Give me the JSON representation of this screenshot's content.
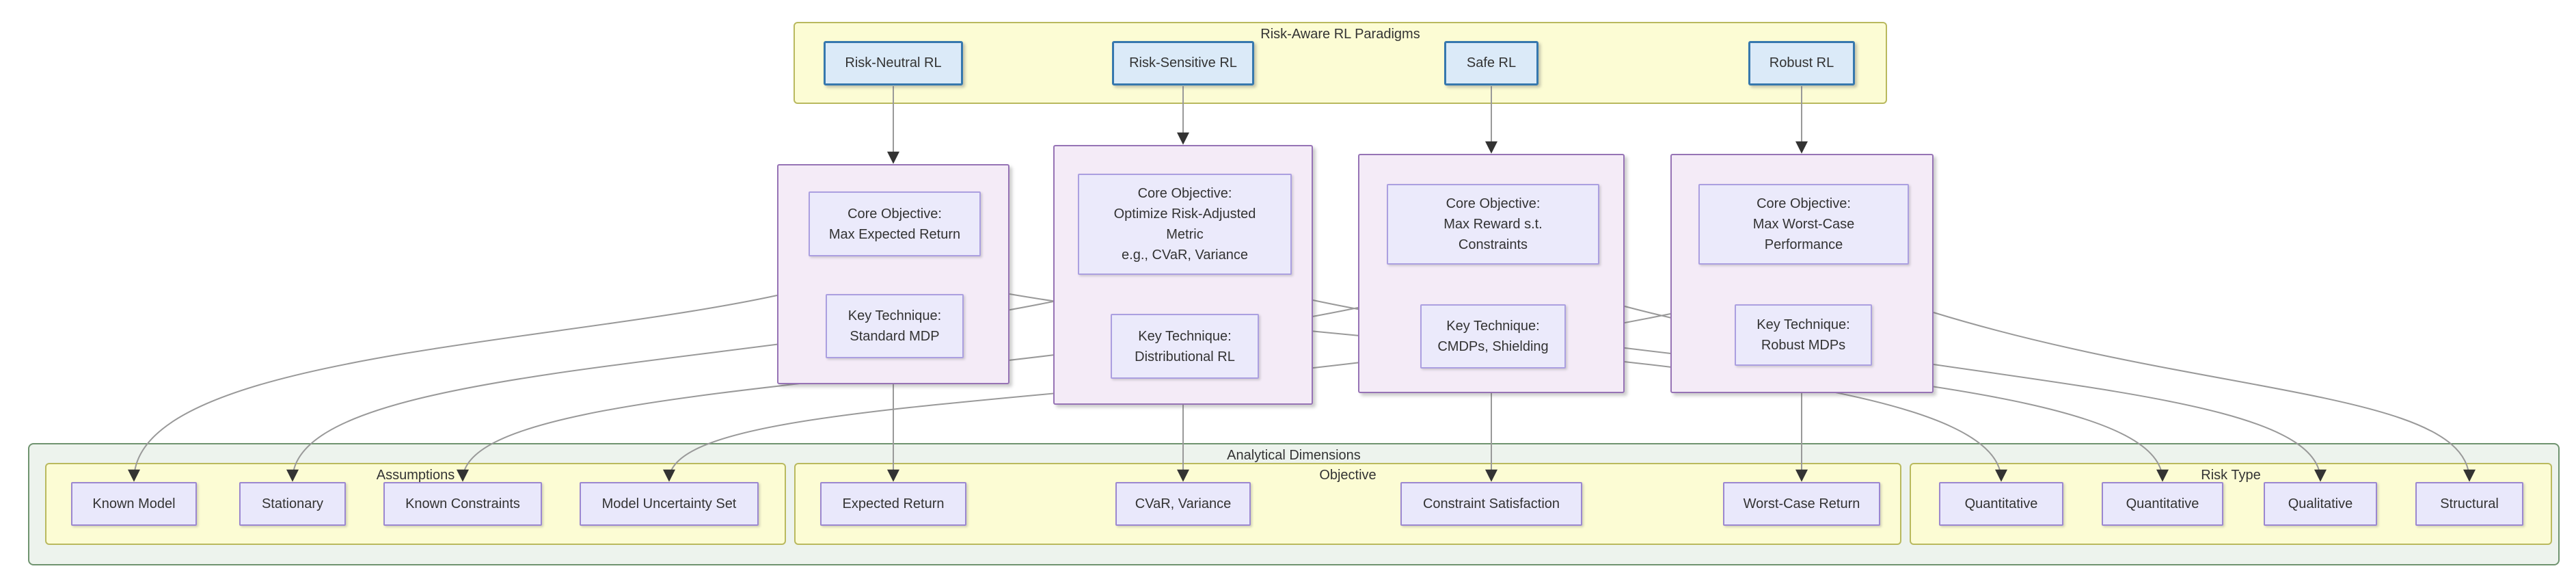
{
  "banner": {
    "title": "Risk-Aware RL Paradigms",
    "paradigms": [
      {
        "label": "Risk-Neutral RL"
      },
      {
        "label": "Risk-Sensitive RL"
      },
      {
        "label": "Safe RL"
      },
      {
        "label": "Robust RL"
      }
    ]
  },
  "details": [
    {
      "core_objective": "Core Objective:\nMax Expected Return",
      "key_technique": "Key Technique:\nStandard MDP"
    },
    {
      "core_objective": "Core Objective:\nOptimize Risk-Adjusted\nMetric\ne.g., CVaR, Variance",
      "key_technique": "Key Technique:\nDistributional RL"
    },
    {
      "core_objective": "Core Objective:\nMax Reward s.t.\nConstraints",
      "key_technique": "Key Technique:\nCMDPs, Shielding"
    },
    {
      "core_objective": "Core Objective:\nMax Worst-Case\nPerformance",
      "key_technique": "Key Technique:\nRobust MDPs"
    }
  ],
  "dimensions": {
    "title": "Analytical Dimensions",
    "groups": [
      {
        "title": "Assumptions",
        "items": [
          "Known Model",
          "Stationary",
          "Known Constraints",
          "Model Uncertainty Set"
        ]
      },
      {
        "title": "Objective",
        "items": [
          "Expected Return",
          "CVaR, Variance",
          "Constraint Satisfaction",
          "Worst-Case Return"
        ]
      },
      {
        "title": "Risk Type",
        "items": [
          "Quantitative",
          "Quantitative",
          "Qualitative",
          "Structural"
        ]
      }
    ]
  },
  "colors": {
    "banner_fill": "#fcfcd4",
    "banner_border": "#b9b95e",
    "paradigm_fill": "#dbeaf8",
    "paradigm_border": "#3678ae",
    "detail_fill": "#f4ebf7",
    "detail_border": "#9673b5",
    "inner_fill": "#ebeafb",
    "inner_border": "#ab9fe0",
    "dimensions_fill": "#edf3ed",
    "dimensions_border": "#6f936f",
    "dim_box_fill": "#e9e8fb",
    "dim_box_border": "#9b87d0",
    "edge_stroke": "#999999",
    "arrowhead": "#333333",
    "text": "#333333"
  }
}
